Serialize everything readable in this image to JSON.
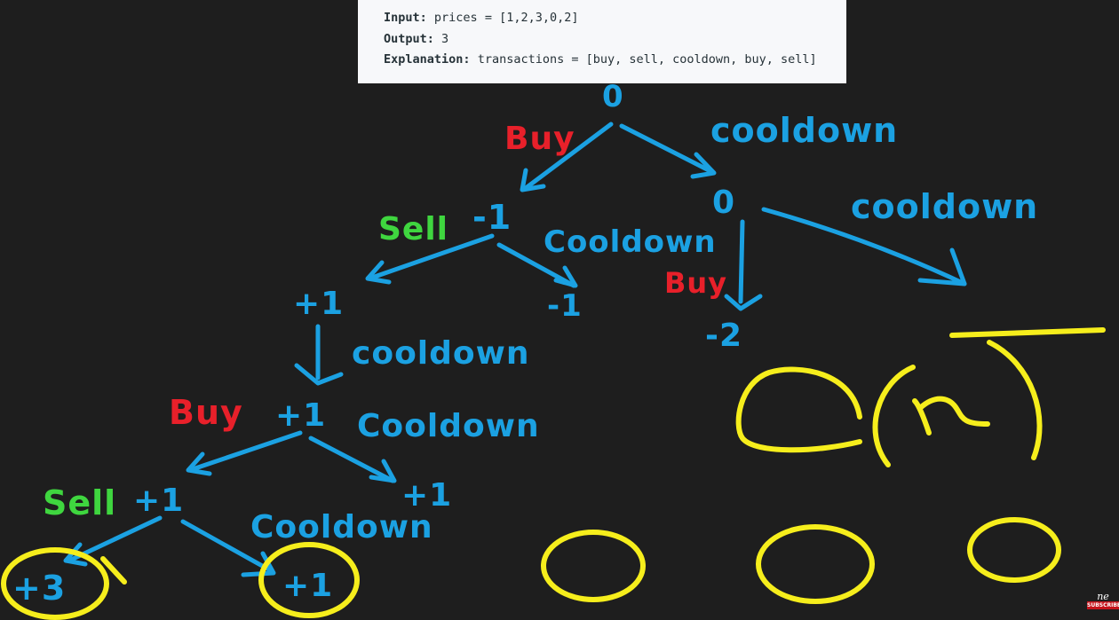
{
  "example": {
    "input_key": "Input:",
    "input_value": "prices = [1,2,3,0,2]",
    "output_key": "Output:",
    "output_value": "3",
    "explanation_key": "Explanation:",
    "explanation_value": "transactions = [buy, sell, cooldown, buy, sell]"
  },
  "tree": {
    "root_value": "0",
    "buy_label": "Buy",
    "sell_label": "Sell",
    "cooldown_label": "Cooldown",
    "cooldown_label_lower": "cooldown",
    "node_values": {
      "root_cd": "0",
      "root_buy": "-1",
      "buy_cd": "-1",
      "buy_sell": "+1",
      "cd_buy": "-2",
      "sell_cd": "+1",
      "deep_cd": "+1",
      "deep_buy": "+1",
      "deep_buy_cd": "+1",
      "final_sell": "+3"
    }
  },
  "complexity": {
    "big_o": "O",
    "n": "n"
  },
  "logo": {
    "mark": "ne",
    "text": "SUBSCRIBE"
  },
  "colors": {
    "background": "#1e1e1e",
    "ink_blue": "#1ba1e2",
    "ink_red": "#e8202a",
    "ink_green": "#3fd63f",
    "ink_yellow": "#f6ee1c"
  }
}
